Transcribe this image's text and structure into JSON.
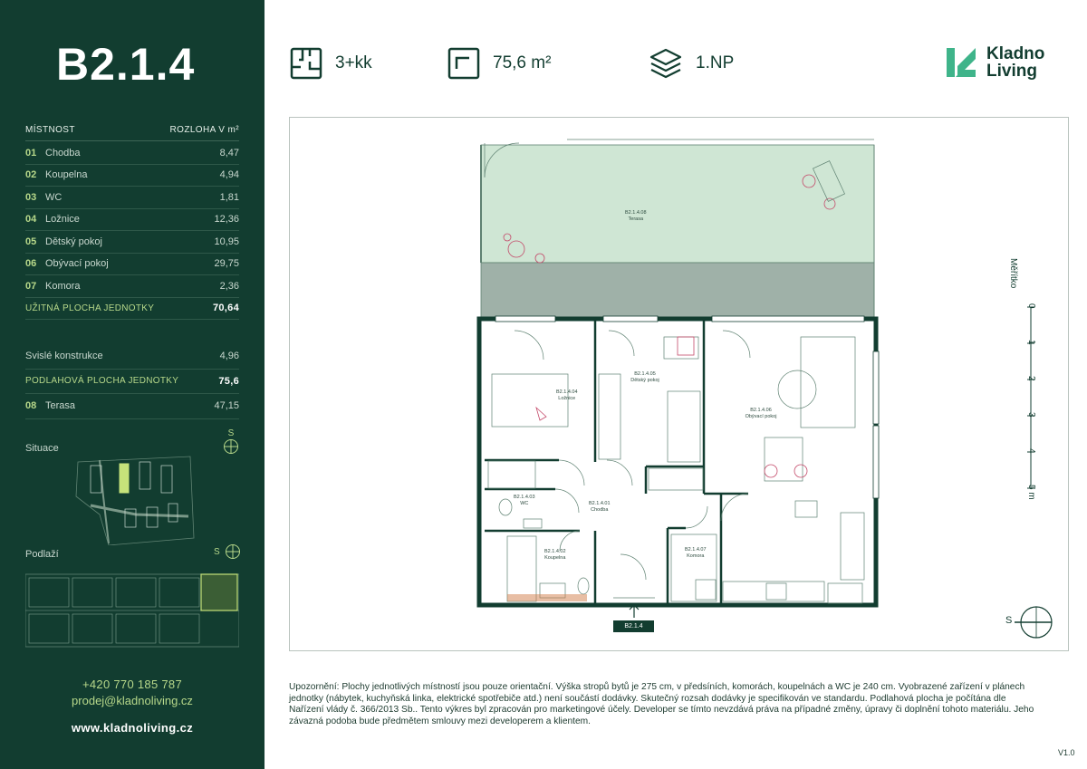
{
  "sidebar": {
    "unit_code": "B2.1.4",
    "table_header": {
      "room": "MÍSTNOST",
      "area": "ROZLOHA V m²"
    },
    "rooms": [
      {
        "no": "01",
        "name": "Chodba",
        "area": "8,47"
      },
      {
        "no": "02",
        "name": "Koupelna",
        "area": "4,94"
      },
      {
        "no": "03",
        "name": "WC",
        "area": "1,81"
      },
      {
        "no": "04",
        "name": "Ložnice",
        "area": "12,36"
      },
      {
        "no": "05",
        "name": "Dětský pokoj",
        "area": "10,95"
      },
      {
        "no": "06",
        "name": "Obývací pokoj",
        "area": "29,75"
      },
      {
        "no": "07",
        "name": "Komora",
        "area": "2,36"
      }
    ],
    "usable_area": {
      "label": "UŽITNÁ PLOCHA JEDNOTKY",
      "value": "70,64"
    },
    "vertical_structures": {
      "label": "Svislé konstrukce",
      "value": "4,96"
    },
    "floor_area": {
      "label": "PODLAHOVÁ PLOCHA JEDNOTKY",
      "value": "75,6"
    },
    "terrace": {
      "no": "08",
      "name": "Terasa",
      "area": "47,15"
    },
    "situation_label": "Situace",
    "floor_label": "Podlaží",
    "compass_letter": "S",
    "phone": "+420 770 185 787",
    "email": "prodej@kladnoliving.cz",
    "website": "www.kladnoliving.cz"
  },
  "header": {
    "layout": "3+kk",
    "area": "75,6 m²",
    "floor": "1.NP",
    "brand_line1": "Kladno",
    "brand_line2": "Living"
  },
  "plan": {
    "rooms": [
      {
        "code": "B2.1.4.08",
        "name": "Terasa"
      },
      {
        "code": "B2.1.4.04",
        "name": "Ložnice"
      },
      {
        "code": "B2.1.4.05",
        "name": "Dětský pokoj"
      },
      {
        "code": "B2.1.4.06",
        "name": "Obývací pokoj"
      },
      {
        "code": "B2.1.4.03",
        "name": "WC"
      },
      {
        "code": "B2.1.4.01",
        "name": "Chodba"
      },
      {
        "code": "B2.1.4.02",
        "name": "Koupelna"
      },
      {
        "code": "B2.1.4.07",
        "name": "Komora"
      }
    ],
    "entry_tag": "B2.1.4",
    "scale_title": "Měřítko",
    "scale_ticks": [
      "0",
      "1",
      "2",
      "3",
      "4",
      "5 m"
    ],
    "compass_letter": "S",
    "colors": {
      "terrace": "#cfe6d4",
      "balcony_slab": "#9fb1a8",
      "walls": "#123d30",
      "accent": "#b7d88a"
    }
  },
  "footer": {
    "disclaimer": "Upozornění: Plochy jednotlivých místností jsou pouze orientační. Výška stropů bytů je 275 cm, v předsíních, komorách, koupelnách a WC je 240 cm. Vyobrazené zařízení v plánech jednotky (nábytek, kuchyňská linka, elektrické spotřebiče atd.) není součástí dodávky. Skutečný rozsah dodávky je specifikován ve standardu. Podlahová plocha je počítána dle Nařízení vlády č. 366/2013 Sb.. Tento výkres byl zpracován pro marketingové účely. Developer se tímto nevzdává práva na případné změny, úpravy či doplnění tohoto materiálu. Jeho závazná podoba bude předmětem smlouvy mezi developerem a klientem.",
    "version": "V1.0"
  }
}
